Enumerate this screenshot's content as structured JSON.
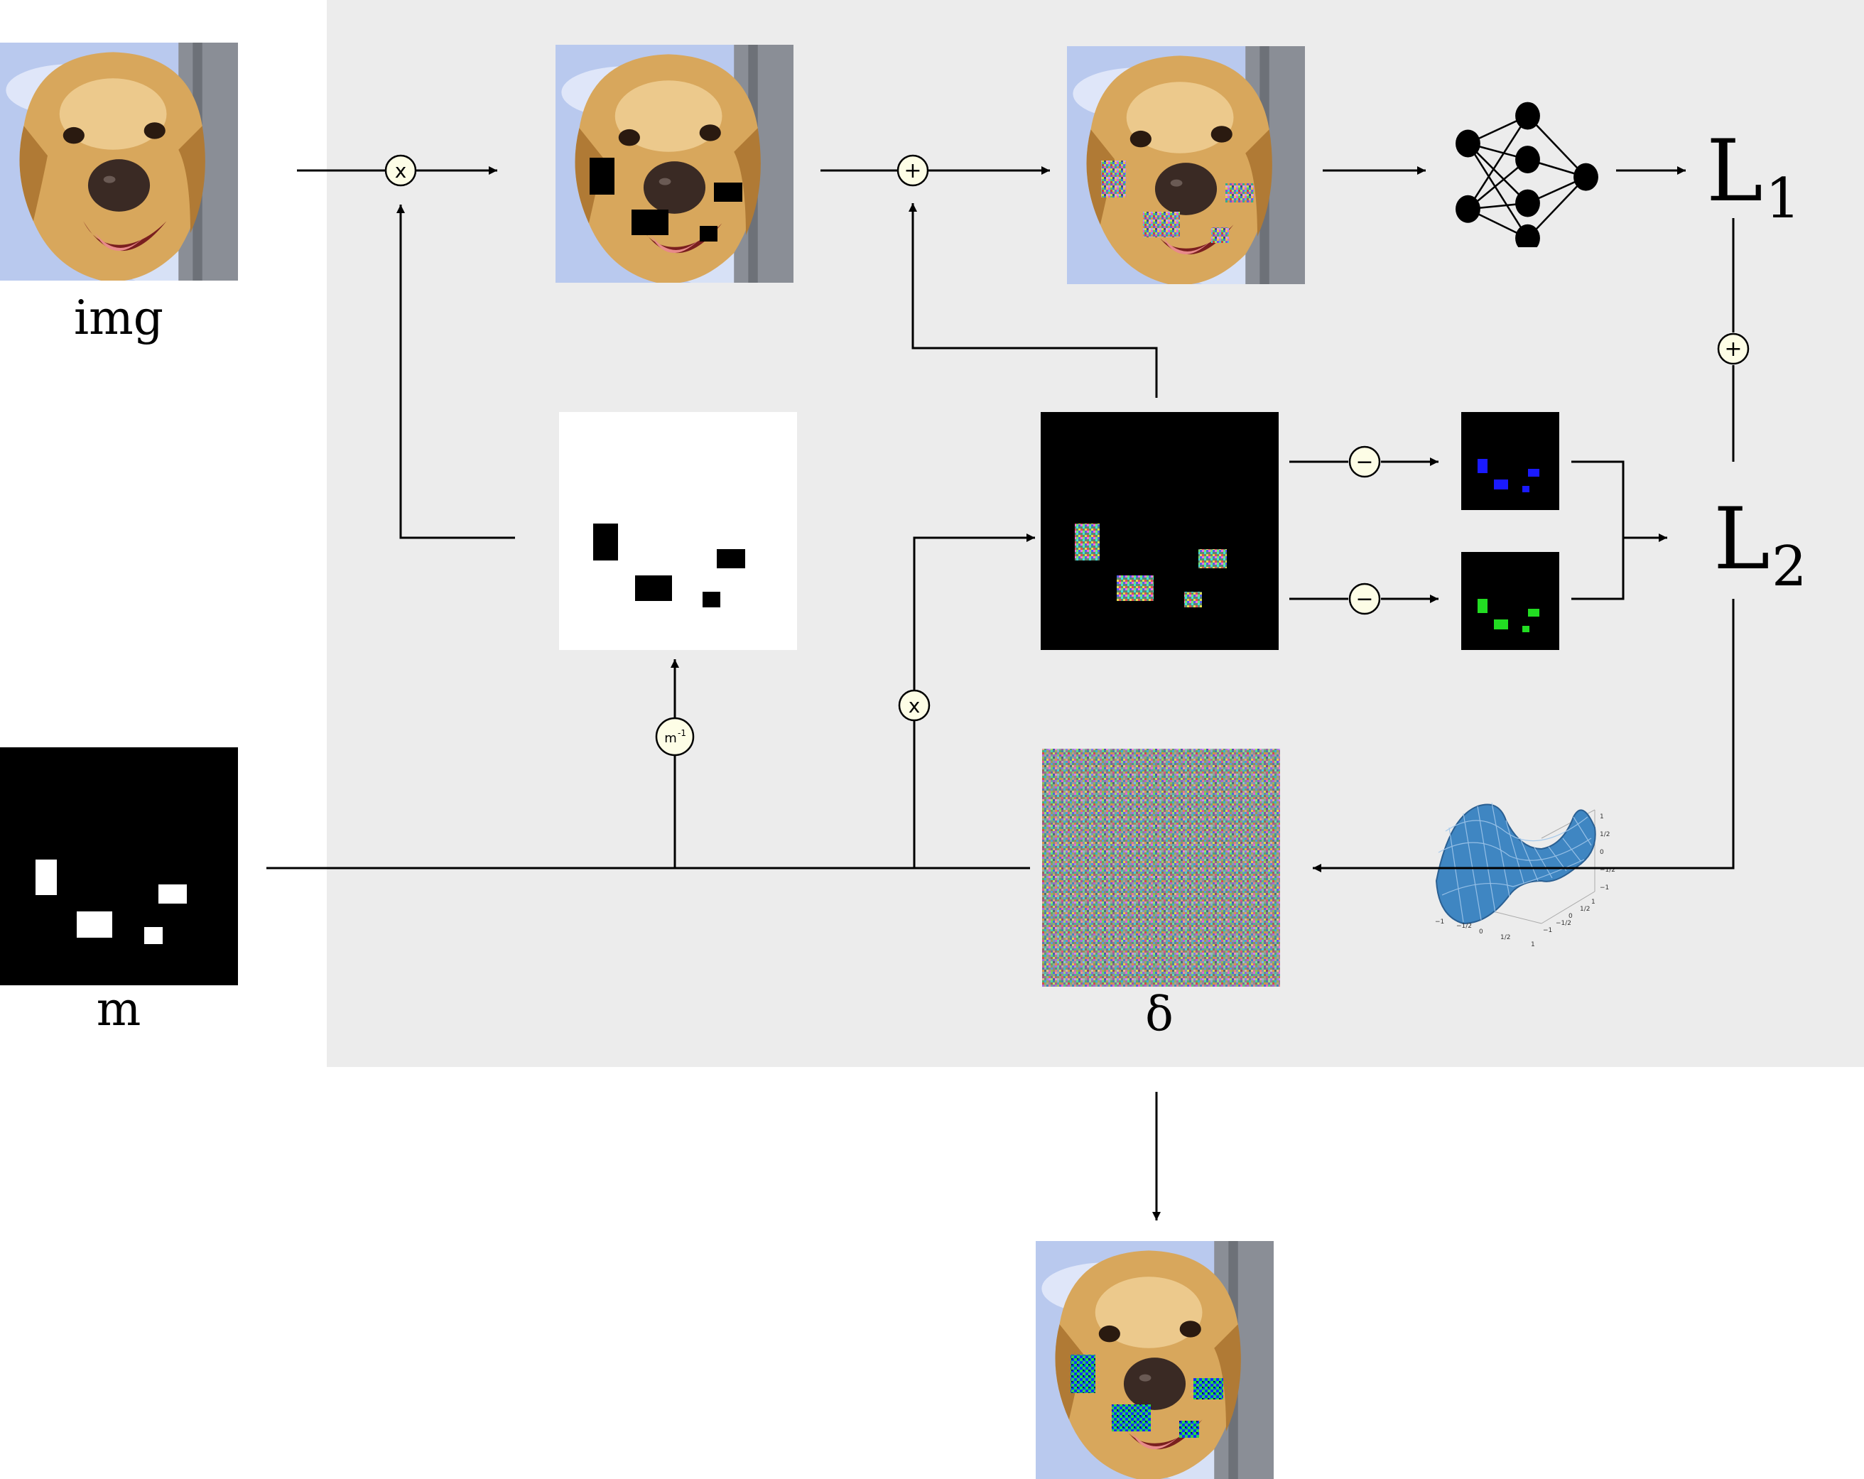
{
  "labels": {
    "img": "img",
    "mask": "m",
    "delta": "δ",
    "loss1": "L",
    "loss1_sub": "1",
    "loss2": "L",
    "loss2_sub": "2"
  },
  "operators": {
    "multiply_top": "x",
    "add_top": "+",
    "add_losses": "+",
    "minus_blue": "−",
    "minus_green": "−",
    "multiply_mid": "x",
    "inverse_mask": "m",
    "inverse_mask_sup": "-1"
  },
  "surface_plot_ticks": {
    "z": [
      "1",
      "1/2",
      "0",
      "−1/2",
      "−1"
    ],
    "y": [
      "−1",
      "−1/2",
      "0",
      "1/2",
      "1"
    ],
    "x": [
      "−1",
      "−1/2",
      "0",
      "1/2",
      "1"
    ]
  },
  "colors": {
    "panel_background": "#ececec",
    "operator_fill": "#fdfde6",
    "surface_blue": "#3f86c2",
    "mask_overlay_blue": "#1a1aff",
    "mask_overlay_green": "#22dd22"
  },
  "icons": {
    "network": "neural-network-icon",
    "surface": "saddle-surface-plot-icon",
    "image": "dog-photo-icon"
  }
}
